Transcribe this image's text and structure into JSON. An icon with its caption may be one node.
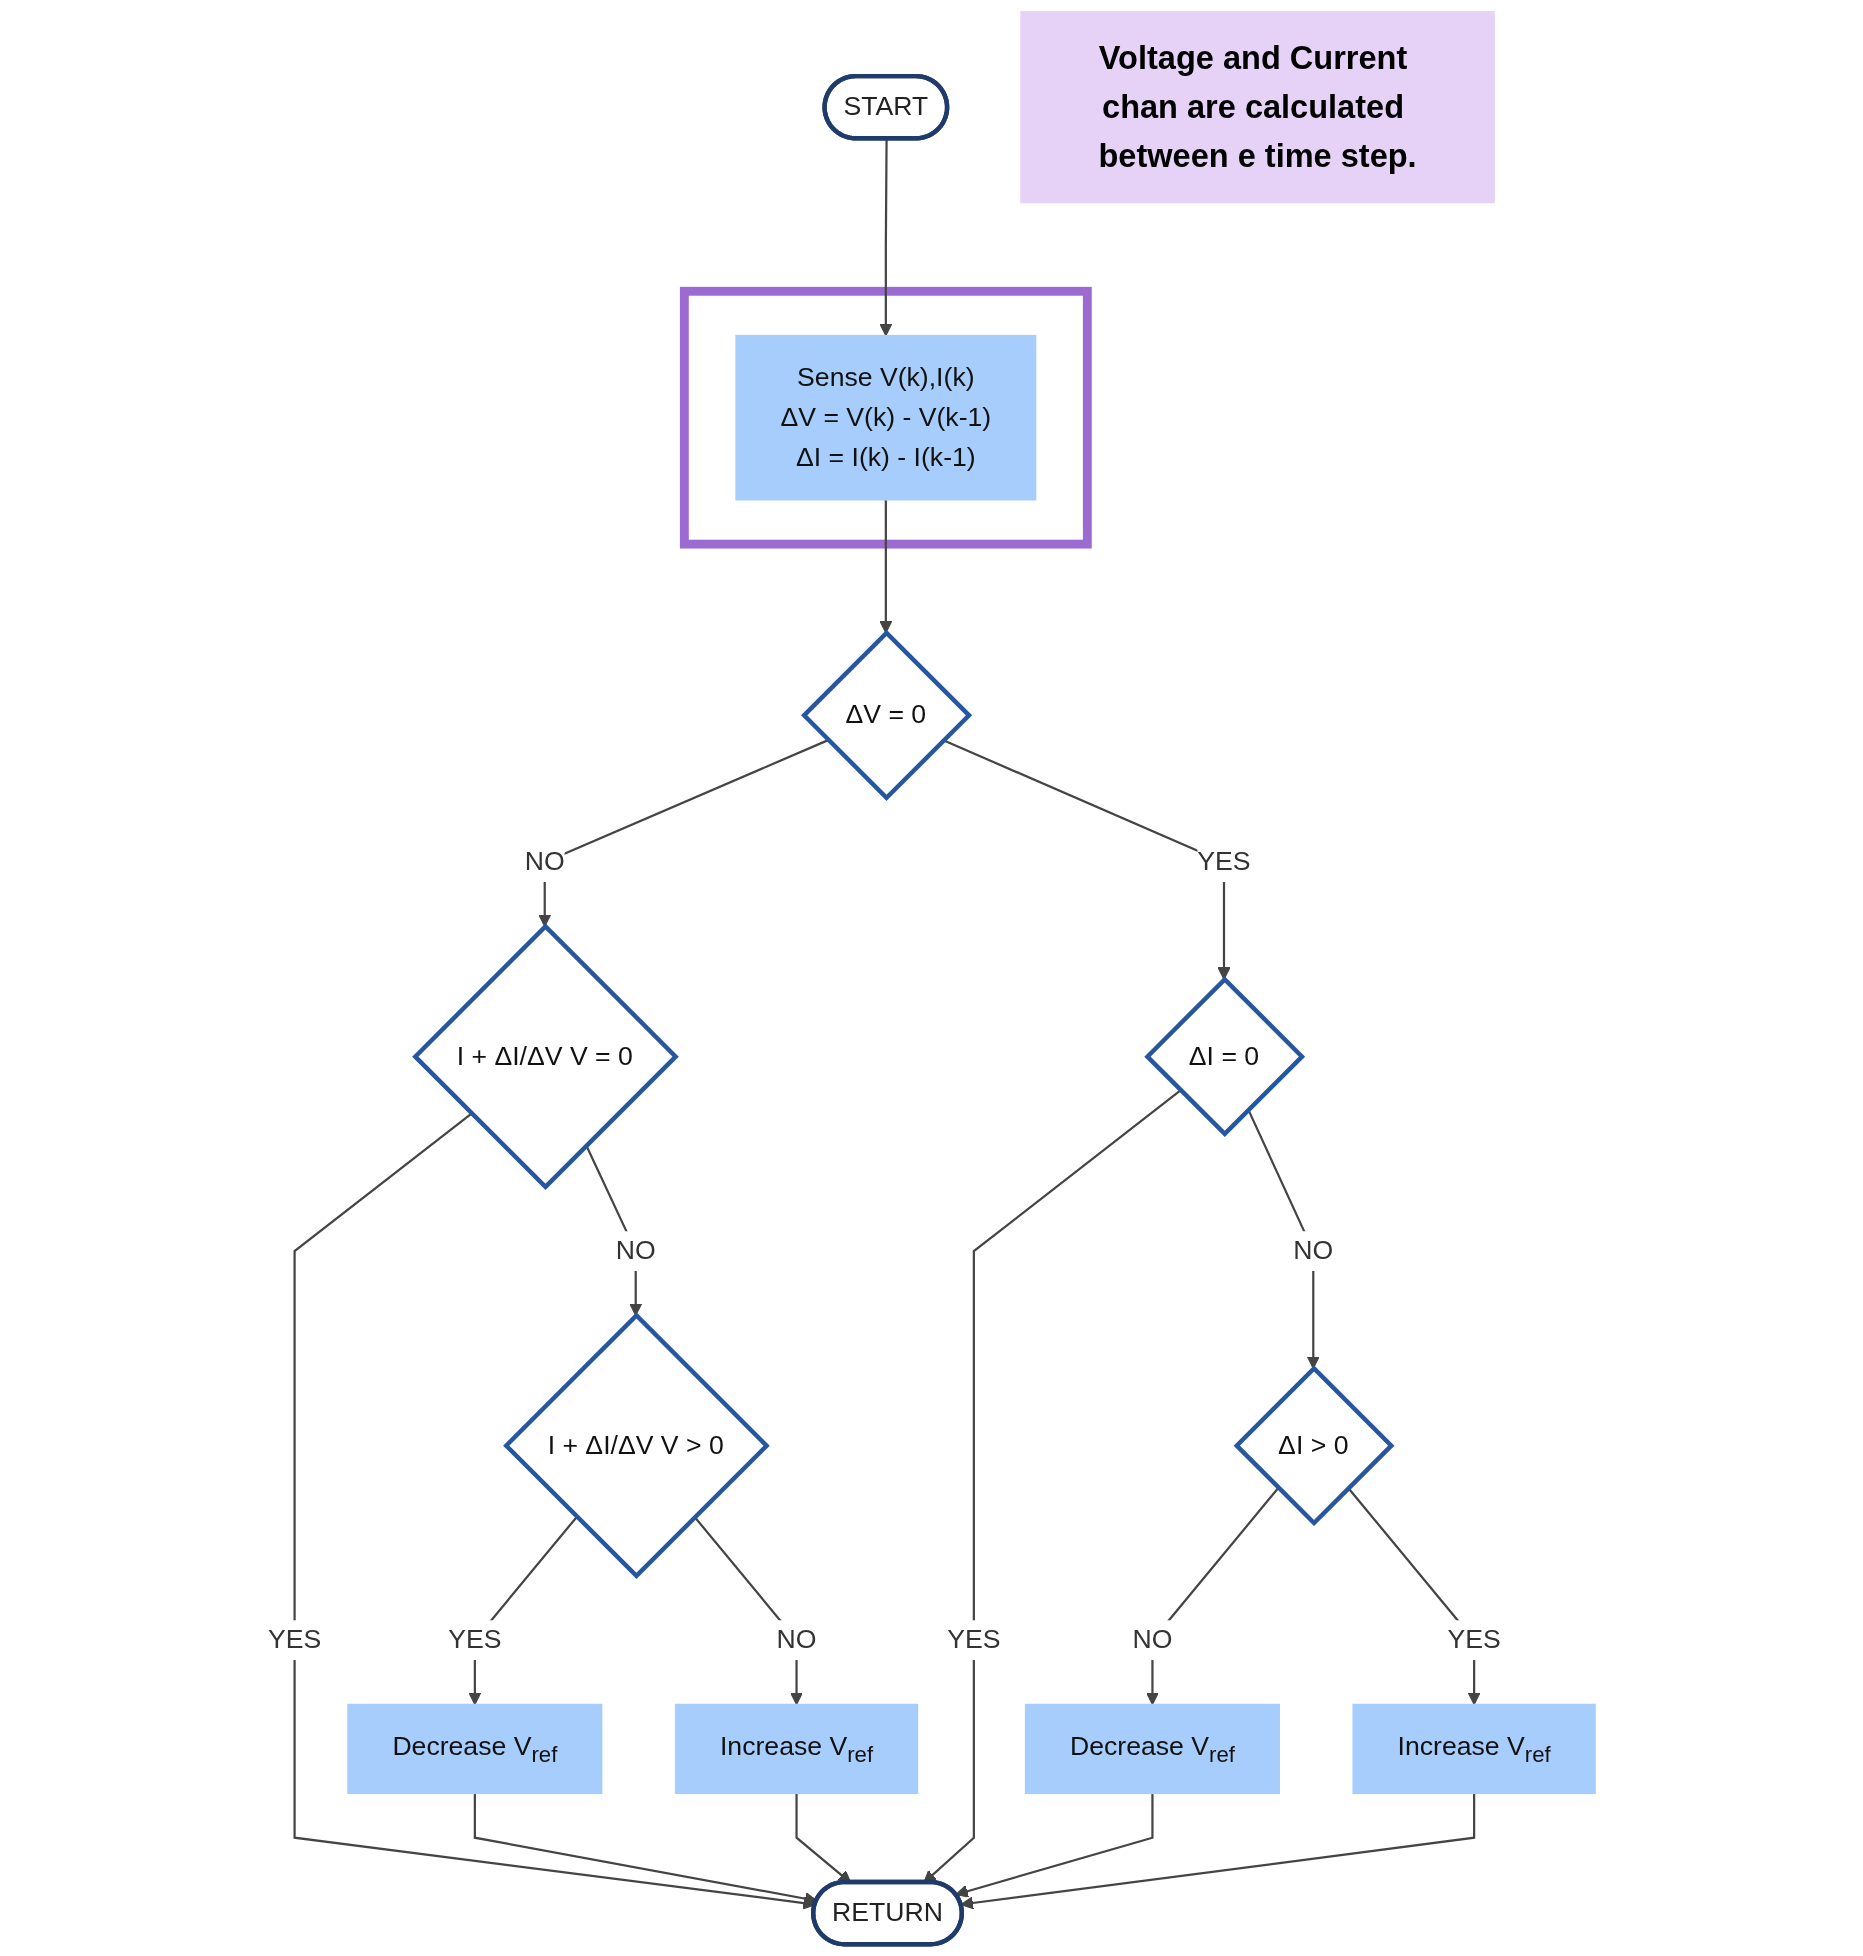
{
  "diagram": {
    "nodes": [
      {
        "text": [
          "START"
        ]
      },
      {
        "text": [],
        "shape": "box"
      },
      {
        "text": [
          "Sense V(k),I(k)",
          "ΔV = V(k) - V(k-1)",
          "ΔI = I(k) - I(k-1)"
        ],
        "in": 1
      },
      {
        "text": [
          "ΔV = 0"
        ]
      },
      {
        "text": [
          "I + ΔI/ΔV V = 0"
        ]
      },
      {
        "text": [
          "ΔI = 0"
        ]
      },
      {
        "text": [
          "I + ΔI/ΔV V > 0"
        ]
      },
      {
        "text": [
          "ΔI > 0"
        ]
      },
      {
        "text": [
          "Decrease V$_{ref}$"
        ]
      },
      {
        "text": [
          "Increase V$_{ref}$"
        ]
      },
      {
        "text": [
          "Decrease V$_{ref}$"
        ]
      },
      {
        "text": [
          "Increase V$_{ref}$"
        ]
      },
      {
        "text": [
          "RETURN"
        ]
      },
      {
        "text": [
          "Voltage and Current chan are calculated between e time step."
        ]
      }
    ],
    "edges": [
      {
        "from": 0,
        "to": 2,
        "arrow": "to"
      },
      {
        "from": 2,
        "to": 3,
        "arrow": "to"
      },
      {
        "from": 3,
        "to": 4,
        "label": "NO",
        "arrow": "to"
      },
      {
        "from": 3,
        "to": 5,
        "label": "YES",
        "arrow": "to"
      },
      {
        "from": 4,
        "to": 12,
        "label": "YES",
        "arrow": "to"
      },
      {
        "from": 4,
        "to": 6,
        "label": "NO",
        "arrow": "to"
      },
      {
        "from": 5,
        "to": 12,
        "label": "YES",
        "arrow": "to"
      },
      {
        "from": 5,
        "to": 7,
        "label": "NO",
        "arrow": "to"
      },
      {
        "from": 6,
        "to": 8,
        "label": "YES",
        "arrow": "to"
      },
      {
        "from": 6,
        "to": 9,
        "label": "NO",
        "arrow": "to"
      },
      {
        "from": 7,
        "to": 10,
        "label": "NO",
        "arrow": "to"
      },
      {
        "from": 7,
        "to": 11,
        "label": "YES",
        "arrow": "to"
      },
      {
        "from": 8,
        "to": 12,
        "arrow": "to"
      },
      {
        "from": 9,
        "to": 12,
        "arrow": "to"
      },
      {
        "from": 10,
        "to": 12,
        "arrow": "to"
      },
      {
        "from": 11,
        "to": 12,
        "arrow": "to"
      }
    ]
  }
}
